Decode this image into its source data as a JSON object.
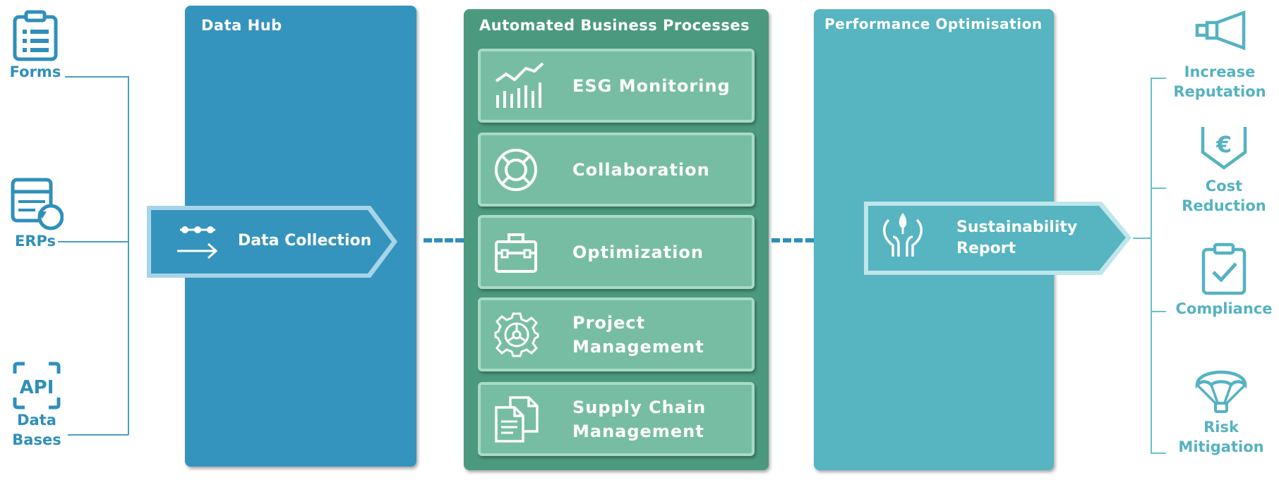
{
  "sources": [
    {
      "label": "Forms",
      "icon": "clipboard-list-icon"
    },
    {
      "label": "ERPs",
      "icon": "table-refresh-icon"
    },
    {
      "label": "Data Bases",
      "icon": "api-icon"
    }
  ],
  "columns": {
    "hub": {
      "title": "Data Hub",
      "step": "Data Collection"
    },
    "automated": {
      "title": "Automated Business Processes",
      "processes": [
        {
          "label": "ESG Monitoring",
          "icon": "chart-trend-icon"
        },
        {
          "label": "Collaboration",
          "icon": "lifebuoy-icon"
        },
        {
          "label": "Optimization",
          "icon": "toolbox-icon"
        },
        {
          "label": "Project Management",
          "icon": "gear-icon"
        },
        {
          "label": "Supply Chain Management",
          "icon": "documents-icon"
        }
      ]
    },
    "performance": {
      "title": "Performance Optimisation",
      "step": "Sustainability Report"
    }
  },
  "outcomes": [
    {
      "label": "Increase Reputation",
      "icon": "megaphone-icon"
    },
    {
      "label": "Cost Reduction",
      "icon": "euro-shield-icon"
    },
    {
      "label": "Compliance",
      "icon": "clipboard-check-icon"
    },
    {
      "label": "Risk Mitigation",
      "icon": "parachute-icon"
    }
  ],
  "colors": {
    "hub": "#3594bd",
    "automated": "#4b9a7f",
    "performance": "#57b4c1",
    "card": "#77bda4"
  }
}
